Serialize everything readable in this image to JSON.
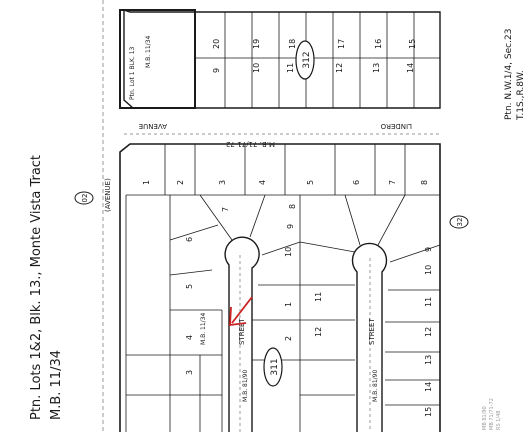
{
  "title_block": {
    "line1": "Ptn. Lots 1&2, Blk. 13., Monte Vista Tract",
    "line2": "M.B. 11/34"
  },
  "section_block": {
    "line1": "Ptn. N.W.1/4, Sec.23",
    "line2": "T.1S.,R.8W."
  },
  "street_labels": {
    "avenue": "AVENUE",
    "lindero": "LINDERO",
    "avenue_paren": "(AVENUE)",
    "street_left": "STREET",
    "street_right": "STREET"
  },
  "book_refs": {
    "top_mb": "M.B. 71/71-72",
    "upper_left_mb": "M.B. 11/34",
    "lower_left_mb": "M.B. 11/34",
    "lower_mb": "M.B. 81/90",
    "right_mb": "M.B. 81/90"
  },
  "bubbles": {
    "top_block": "312",
    "lower_block": "311",
    "route_left": "02",
    "route_right": "32"
  },
  "parcel_note": "Ptn. Lot 1 BLK. 13",
  "lots": {
    "top_row": [
      "20",
      "19",
      "18",
      "17",
      "16",
      "15"
    ],
    "second_row": [
      "9",
      "10",
      "11",
      "12",
      "13",
      "14"
    ],
    "middle_row": [
      "1",
      "2",
      "3",
      "4",
      "5",
      "6",
      "7",
      "8"
    ],
    "left_column": [
      "6",
      "5",
      "4",
      "3"
    ],
    "center": [
      "7",
      "8",
      "9",
      "10",
      "11",
      "12"
    ],
    "center_lower": [
      "1",
      "2"
    ],
    "right_column": [
      "9",
      "10",
      "11",
      "12",
      "13",
      "14",
      "15"
    ]
  },
  "margin_note": [
    "MB 81/90",
    "MB 71/71-72",
    "RS 1/48"
  ],
  "colors": {
    "ink": "#1a1a1a",
    "arrow": "#cc2222",
    "faint": "#9a9a9a"
  }
}
